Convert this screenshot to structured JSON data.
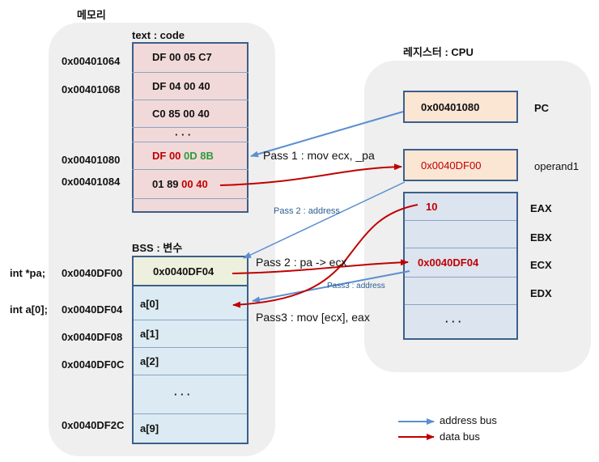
{
  "memory": {
    "title": "메모리",
    "text_title": "text : code",
    "text_rows": [
      {
        "addr": "0x00401064",
        "value": "DF 00 05 C7"
      },
      {
        "addr": "0x00401068",
        "value": "DF 04 00 40"
      },
      {
        "addr": "",
        "value": "C0 85 00 40"
      },
      {
        "addr": "",
        "value": "· · ·"
      },
      {
        "addr": "0x00401080",
        "parts": [
          {
            "text": "DF 00",
            "color": "red"
          },
          {
            "text": "0D 8B",
            "color": "green"
          }
        ]
      },
      {
        "addr": "0x00401084",
        "parts": [
          {
            "text": "01 89",
            "color": "dark"
          },
          {
            "text": "00 40",
            "color": "red"
          }
        ]
      }
    ],
    "bss_title": "BSS : 변수",
    "bss_rows": [
      {
        "decl": "int *pa;",
        "addr": "0x0040DF00",
        "value": "0x0040DF04"
      },
      {
        "decl": "int a[0];",
        "addr": "0x0040DF04",
        "value": "a[0]"
      },
      {
        "decl": "",
        "addr": "0x0040DF08",
        "value": "a[1]"
      },
      {
        "decl": "",
        "addr": "0x0040DF0C",
        "value": "a[2]"
      },
      {
        "decl": "",
        "addr": "",
        "value": "· · ·"
      },
      {
        "decl": "",
        "addr": "0x0040DF2C",
        "value": "a[9]"
      }
    ]
  },
  "cpu": {
    "title": "레지스터 : CPU",
    "pc": {
      "value": "0x00401080",
      "name": "PC"
    },
    "operand": {
      "value": "0x0040DF00",
      "name": "operand1"
    },
    "regs": [
      {
        "name": "EAX",
        "value": "10"
      },
      {
        "name": "EBX",
        "value": ""
      },
      {
        "name": "ECX",
        "value": "0x0040DF04"
      },
      {
        "name": "EDX",
        "value": ""
      }
    ],
    "regs_more": "· · ·"
  },
  "annotations": {
    "pass1": "Pass 1 : mov ecx, _pa",
    "pass2_addr": "Pass 2 : address",
    "pass2": "Pass 2 : pa -> ecx",
    "pass3_addr": "Pass3 : address",
    "pass3": "Pass3 : mov [ecx], eax"
  },
  "legend": {
    "address_bus": "address bus",
    "data_bus": "data bus"
  },
  "colors": {
    "address_bus": "#5b8fd0",
    "data_bus": "#c00000",
    "text_fill": "#f2d9d9",
    "bss_first_fill": "#edf0dc",
    "bss_fill": "#dcebf3",
    "reg_fill": "#dce4ef",
    "pc_fill": "#fbe5d3",
    "border": "#3b5f8a"
  }
}
